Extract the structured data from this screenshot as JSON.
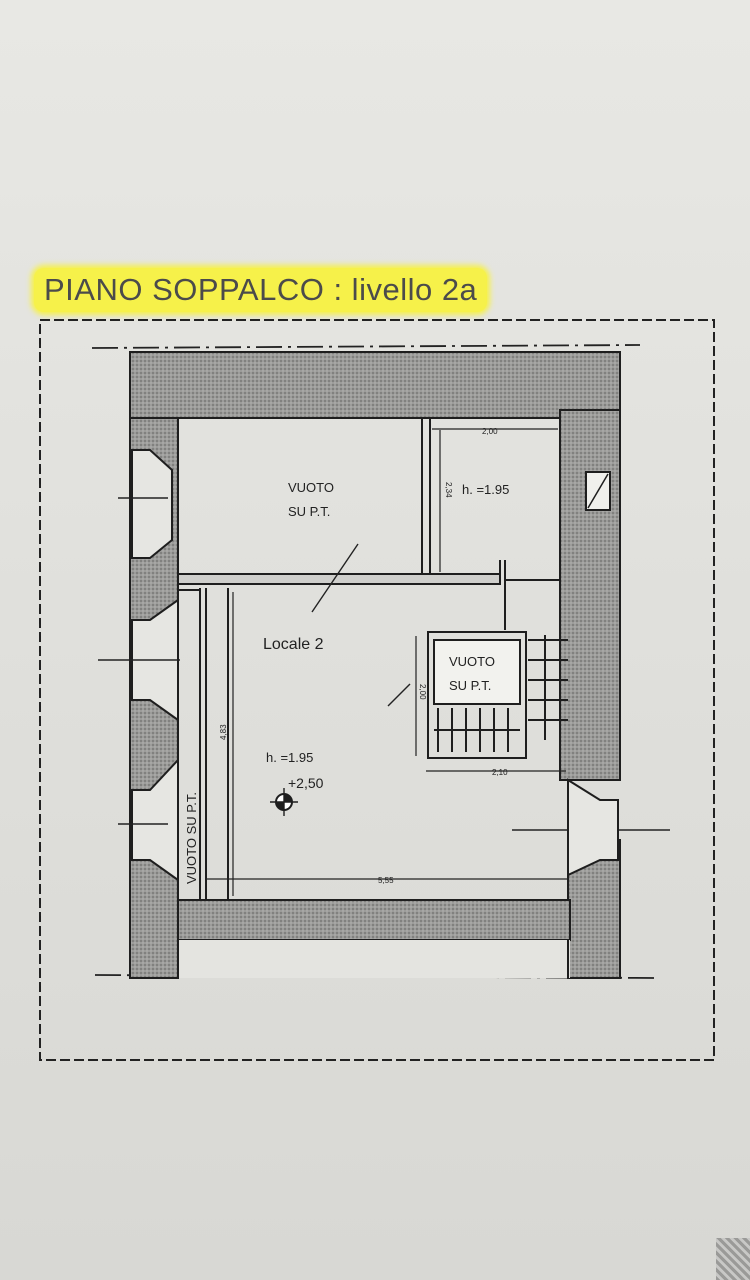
{
  "title": "PIANO SOPPALCO : livello 2a",
  "labels": {
    "void_top_line1": "VUOTO",
    "void_top_line2": "SU P.T.",
    "small_room_height": "h. =1.95",
    "room_name": "Locale 2",
    "room_height": "h. =1.95",
    "room_level": "+2,50",
    "void_stair_line1": "VUOTO",
    "void_stair_line2": "SU P.T.",
    "void_side": "VUOTO SU P.T."
  },
  "dimensions": {
    "d_200": "2,00",
    "d_234": "2,34",
    "d_200v": "2,00",
    "d_210": "2,10",
    "d_483": "4,83",
    "d_555": "5,55"
  },
  "colors": {
    "highlight": "#f6f14a",
    "wall_fill": "#8f8f8d",
    "line": "#1e1e1e"
  }
}
